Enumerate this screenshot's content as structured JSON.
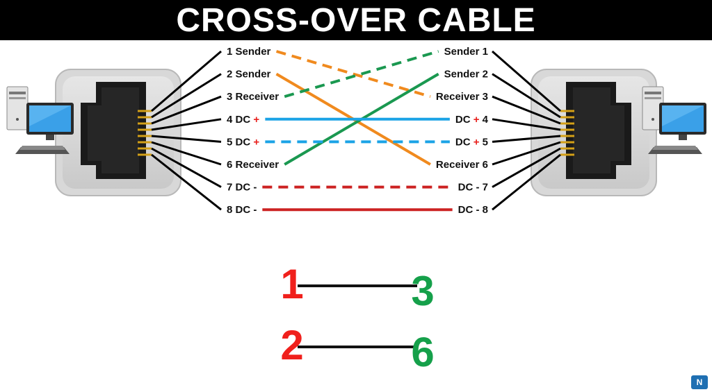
{
  "title": "CROSS-OVER CABLE",
  "colors": {
    "orange": "#f08a1e",
    "green": "#1a9850",
    "blue": "#1ba3e6",
    "red": "#cc2222",
    "plus_red": "#e8201c",
    "big_red": "#f0201c",
    "big_green": "#15a04a"
  },
  "left_pins": [
    {
      "num": "1",
      "text": "Sender",
      "sign": ""
    },
    {
      "num": "2",
      "text": "Sender",
      "sign": ""
    },
    {
      "num": "3",
      "text": "Receiver",
      "sign": ""
    },
    {
      "num": "4",
      "text": "DC",
      "sign": "+"
    },
    {
      "num": "5",
      "text": "DC",
      "sign": "+"
    },
    {
      "num": "6",
      "text": "Receiver",
      "sign": ""
    },
    {
      "num": "7",
      "text": "DC -",
      "sign": ""
    },
    {
      "num": "8",
      "text": "DC -",
      "sign": ""
    }
  ],
  "right_pins": [
    {
      "num": "1",
      "text": "Sender",
      "sign": ""
    },
    {
      "num": "2",
      "text": "Sender",
      "sign": ""
    },
    {
      "num": "3",
      "text": "Receiver",
      "sign": ""
    },
    {
      "num": "4",
      "text": "DC",
      "sign": "+"
    },
    {
      "num": "5",
      "text": "DC",
      "sign": "+"
    },
    {
      "num": "6",
      "text": "Receiver",
      "sign": ""
    },
    {
      "num": "7",
      "text": "DC -",
      "sign": ""
    },
    {
      "num": "8",
      "text": "DC -",
      "sign": ""
    }
  ],
  "wires": [
    {
      "from": 1,
      "to": 3,
      "color": "orange",
      "dashed": true
    },
    {
      "from": 2,
      "to": 6,
      "color": "orange",
      "dashed": false
    },
    {
      "from": 3,
      "to": 1,
      "color": "green",
      "dashed": true
    },
    {
      "from": 6,
      "to": 2,
      "color": "green",
      "dashed": false
    },
    {
      "from": 4,
      "to": 4,
      "color": "blue",
      "dashed": false
    },
    {
      "from": 5,
      "to": 5,
      "color": "blue",
      "dashed": true
    },
    {
      "from": 7,
      "to": 7,
      "color": "red",
      "dashed": true
    },
    {
      "from": 8,
      "to": 8,
      "color": "red",
      "dashed": false
    }
  ],
  "pairs": [
    {
      "left": "1",
      "right": "3"
    },
    {
      "left": "2",
      "right": "6"
    }
  ],
  "logo_text": "N"
}
